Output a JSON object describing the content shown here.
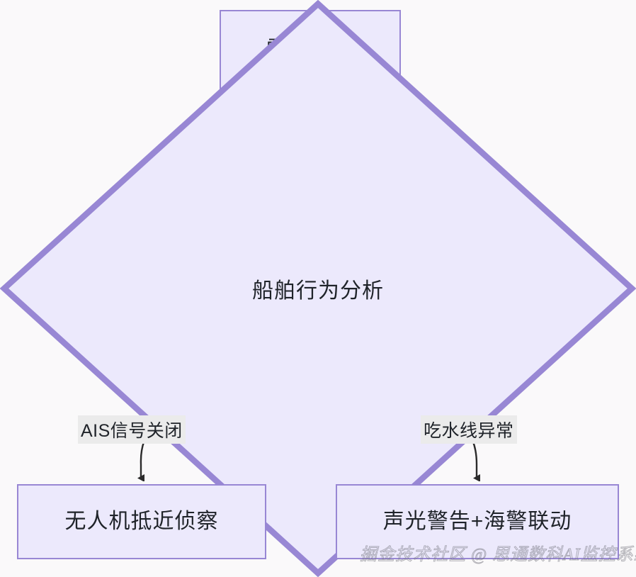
{
  "diagram": {
    "type": "flowchart",
    "direction": "top-down",
    "background_color": "#faf9fa",
    "node_fill_color": "#ece9fc",
    "node_border_color": "#9887d4",
    "edge_color": "#1f2329",
    "label_background_color": "#ebebeb",
    "nodes": [
      {
        "id": "radar-scan",
        "shape": "rectangle",
        "label": "雷达扫描"
      },
      {
        "id": "behavior-analysis",
        "shape": "diamond",
        "label": "船舶行为分析"
      },
      {
        "id": "drone-recon",
        "shape": "rectangle",
        "label": "无人机抵近侦察"
      },
      {
        "id": "alarm-link",
        "shape": "rectangle",
        "label": "声光警告+海警联动"
      }
    ],
    "edges": [
      {
        "id": "radar-to-analysis",
        "from": "radar-scan",
        "to": "behavior-analysis",
        "label": ""
      },
      {
        "id": "analysis-to-drone",
        "from": "behavior-analysis",
        "to": "drone-recon",
        "label": "AIS信号关闭"
      },
      {
        "id": "analysis-to-alarm",
        "from": "behavior-analysis",
        "to": "alarm-link",
        "label": "吃水线异常"
      }
    ],
    "watermark": "掘金技术社区 @ 思通数科AI监控系统"
  }
}
